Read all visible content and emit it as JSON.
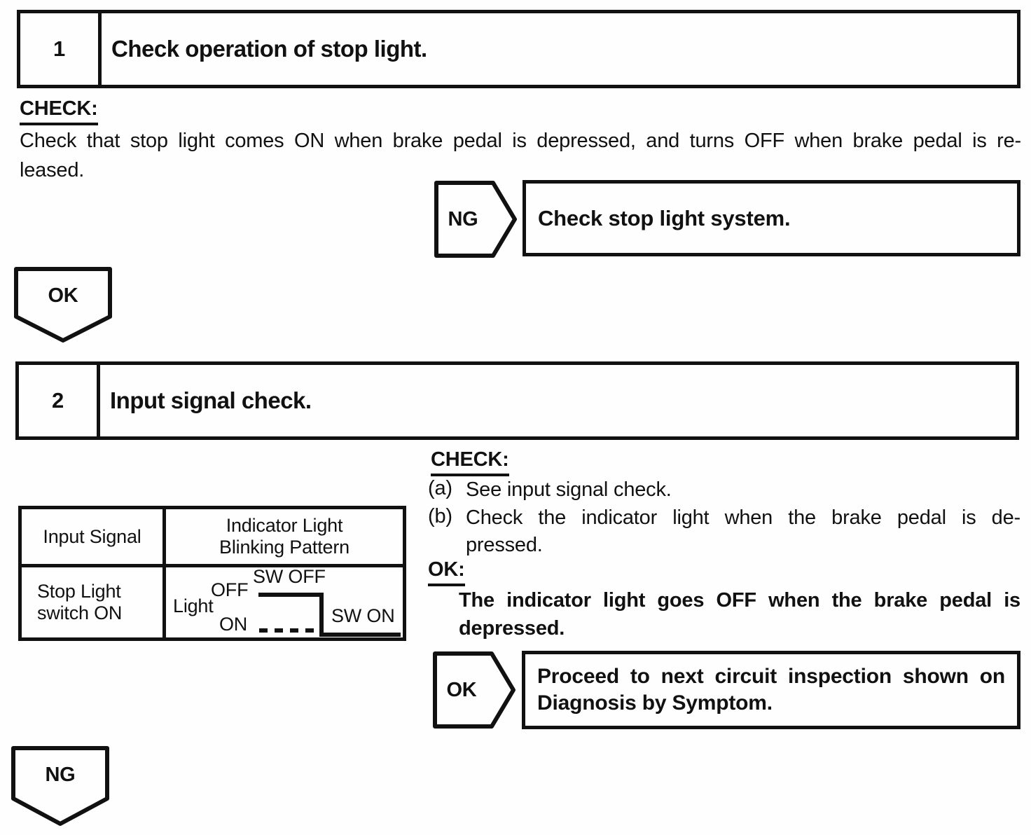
{
  "step1": {
    "number": "1",
    "title": "Check operation of stop light.",
    "check_heading": "CHECK:",
    "check_lines": [
      "Check that stop light comes ON when brake pedal is depressed, and turns OFF when brake pedal is re-",
      "leased."
    ],
    "ng_connector": {
      "label": "NG",
      "action": "Check stop light system."
    },
    "ok_connector": {
      "label": "OK"
    }
  },
  "step2": {
    "number": "2",
    "title": "Input signal check.",
    "table": {
      "col1_header": "Input Signal",
      "col2_header_lines": [
        "Indicator Light",
        "Blinking Pattern"
      ],
      "row_input_signal_lines": [
        "Stop Light",
        "switch ON"
      ],
      "waveform": {
        "signal_label": "Light",
        "off_label": "OFF",
        "on_label": "ON",
        "sw_off_label": "SW OFF",
        "sw_on_label": "SW ON"
      }
    },
    "check_heading": "CHECK:",
    "check_items": [
      {
        "marker": "(a)",
        "lines": [
          "See input signal check."
        ]
      },
      {
        "marker": "(b)",
        "lines": [
          "Check the indicator light when the brake pedal is de-",
          "pressed."
        ]
      }
    ],
    "ok_heading": "OK:",
    "ok_statement_lines": [
      "The indicator light goes OFF when the brake pedal is",
      "depressed."
    ],
    "ok_connector": {
      "label": "OK",
      "action_lines": [
        "Proceed to next circuit inspection shown on",
        "Diagnosis by Symptom."
      ]
    },
    "ng_connector": {
      "label": "NG"
    }
  },
  "colors": {
    "ink": "#111111",
    "paper": "#fefefe"
  }
}
